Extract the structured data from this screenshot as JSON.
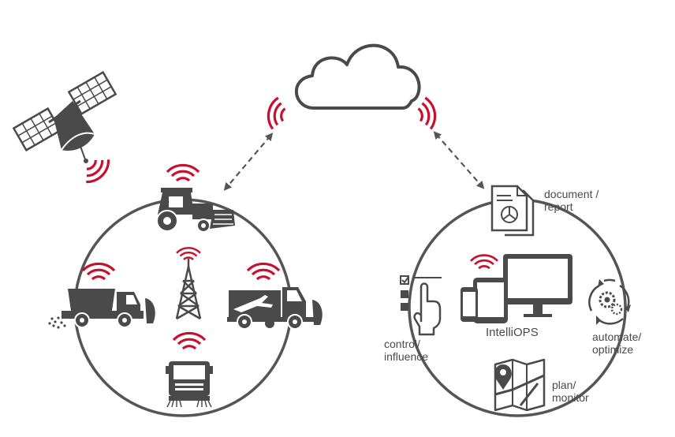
{
  "labels": {
    "document": [
      "document /",
      "report"
    ],
    "control": [
      "control/",
      "influence"
    ],
    "center": "IntelliOPS",
    "automate": [
      "automate/",
      "optimize"
    ],
    "plan": [
      "plan/",
      "monitor"
    ]
  },
  "icons": [
    "satellite-icon",
    "cloud-icon",
    "tractor-icon",
    "cell-tower-icon",
    "salt-spreader-truck-icon",
    "airport-sweeper-truck-icon",
    "street-sweeper-icon",
    "document-report-icon",
    "touch-control-icon",
    "devices-icon",
    "gear-cycle-icon",
    "map-pin-icon",
    "wireless-signal-icon"
  ],
  "colors": {
    "grey": "#4a4a4a",
    "line": "#555555",
    "red": "#c8102e",
    "light": "#e6e6e6"
  }
}
